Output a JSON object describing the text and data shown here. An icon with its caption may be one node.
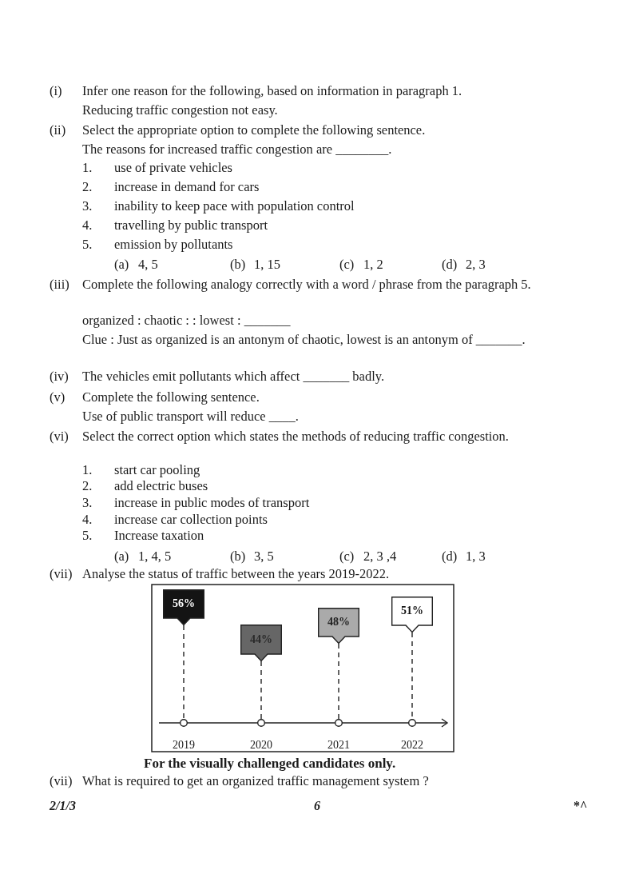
{
  "diagram": {
    "nodes": [
      {
        "text": [
          "56%"
        ]
      },
      {
        "text": [
          "44%"
        ]
      },
      {
        "text": [
          "48%"
        ]
      },
      {
        "text": [
          "51%"
        ]
      },
      {
        "text": [],
        "shape": "circle",
        "beside": [
          "2019"
        ]
      },
      {
        "text": [],
        "shape": "circle",
        "beside": [
          "2020"
        ]
      },
      {
        "text": [],
        "shape": "circle",
        "beside": [
          "2021"
        ]
      },
      {
        "text": [],
        "shape": "circle",
        "beside": [
          "2022"
        ]
      }
    ],
    "edges": [
      {
        "from": 0,
        "to": 4,
        "arrow": "none",
        "style": "dashed"
      },
      {
        "from": 1,
        "to": 5,
        "arrow": "none",
        "style": "dashed"
      },
      {
        "from": 2,
        "to": 6,
        "arrow": "none",
        "style": "dashed"
      },
      {
        "from": 3,
        "to": 7,
        "arrow": "none",
        "style": "dashed"
      }
    ],
    "labels": [
      "(i)",
      "Infer one reason for the following, based on information in paragraph 1.",
      "Reducing traffic congestion not easy.",
      "(ii)",
      "Select the appropriate option to complete the following sentence.",
      "The reasons for increased traffic congestion are ________.",
      "1.",
      "use of private vehicles",
      "2.",
      "increase in demand for cars",
      "3.",
      "inability to keep pace with population control",
      "4.",
      "travelling by public transport",
      "5.",
      "emission by pollutants",
      "(a)",
      "4, 5",
      "(b)",
      "1, 15",
      "(c)",
      "1, 2",
      "(d)",
      "2, 3",
      "(iii)",
      "Complete the following analogy correctly with a word / phrase from the paragraph 5.",
      "organized : chaotic : : lowest : _______",
      "Clue : Just as organized is an antonym of chaotic, lowest is an antonym of _______.",
      "(iv)",
      "The vehicles emit pollutants which affect _______ badly.",
      "(v)",
      "Complete the following sentence.",
      "Use of public transport will reduce ____.",
      "(vi)",
      "Select the correct option which states the methods of reducing traffic congestion.",
      "1.",
      "start car pooling",
      "2.",
      "add electric buses",
      "3.",
      "increase in public modes of transport",
      "4.",
      "increase car collection points",
      "5.",
      "Increase taxation",
      "(a)",
      "1, 4, 5",
      "(b)",
      "3, 5",
      "(c)",
      "2, 3 ,4",
      "(d)",
      "1, 3",
      "(vii)",
      "Analyse the status of traffic between the years 2019-2022.",
      "For the visually challenged candidates only.",
      "(vii)",
      "What is required to get an organized traffic management system ?",
      "2/1/3",
      "6",
      "*^"
    ]
  }
}
